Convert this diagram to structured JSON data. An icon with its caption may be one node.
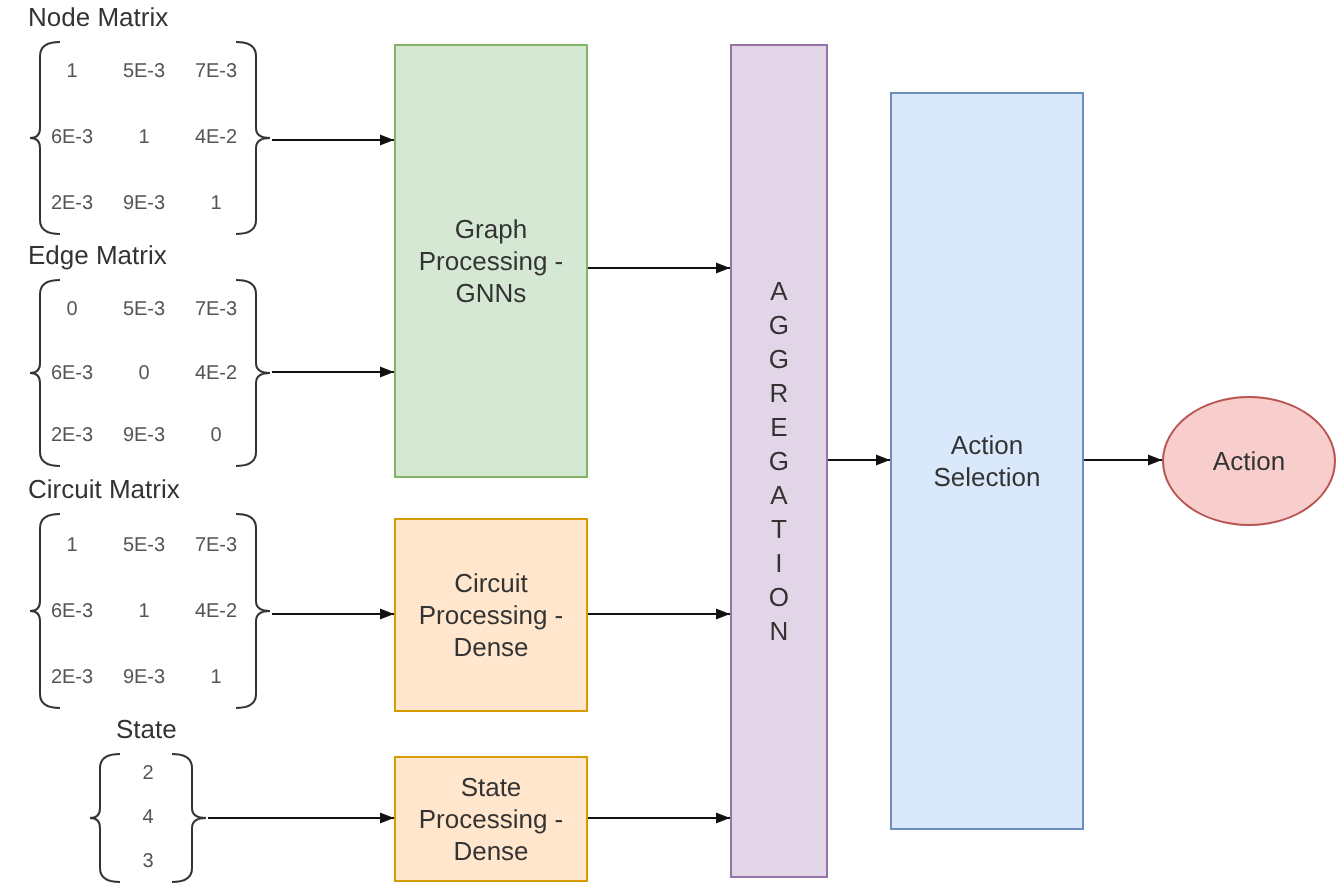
{
  "diagram": {
    "nodes": [
      {
        "text": [
          "Node Matrix",
          "1",
          "5E-3",
          "7E-3",
          "6E-3",
          "1",
          "4E-2",
          "2E-3",
          "9E-3",
          "1"
        ]
      },
      {
        "text": [
          "Edge Matrix",
          "0",
          "5E-3",
          "7E-3",
          "6E-3",
          "0",
          "4E-2",
          "2E-3",
          "9E-3",
          "0"
        ]
      },
      {
        "text": [
          "Circuit Matrix",
          "1",
          "5E-3",
          "7E-3",
          "6E-3",
          "1",
          "4E-2",
          "2E-3",
          "9E-3",
          "1"
        ]
      },
      {
        "text": [
          "State",
          "2",
          "4",
          "3"
        ]
      },
      {
        "text": [
          "Graph Processing - GNNs"
        ]
      },
      {
        "text": [
          "Circuit Processing - Dense"
        ]
      },
      {
        "text": [
          "State Processing - Dense"
        ]
      },
      {
        "text": [
          "AGGREGATION"
        ]
      },
      {
        "text": [
          "Action Selection"
        ]
      },
      {
        "text": [
          "Action"
        ]
      }
    ],
    "edges": [
      {
        "from": 0,
        "to": 4,
        "arrow": "to"
      },
      {
        "from": 1,
        "to": 4,
        "arrow": "to"
      },
      {
        "from": 2,
        "to": 5,
        "arrow": "to"
      },
      {
        "from": 3,
        "to": 6,
        "arrow": "to"
      },
      {
        "from": 4,
        "to": 7,
        "arrow": "to"
      },
      {
        "from": 5,
        "to": 7,
        "arrow": "to"
      },
      {
        "from": 6,
        "to": 7,
        "arrow": "to"
      },
      {
        "from": 7,
        "to": 8,
        "arrow": "to"
      },
      {
        "from": 8,
        "to": 9,
        "arrow": "to"
      }
    ]
  }
}
